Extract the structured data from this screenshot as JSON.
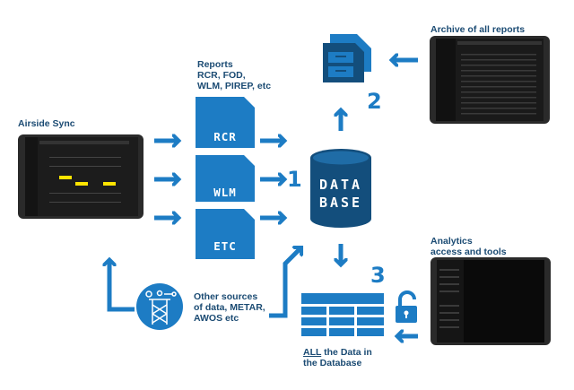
{
  "labels": {
    "airside_sync": "Airside Sync",
    "reports": [
      "Reports",
      "RCR, FOD,",
      "WLM, PIREP, etc"
    ],
    "archive": "Archive of all reports",
    "analytics": [
      "Analytics",
      "access and tools"
    ],
    "other_sources": [
      "Other sources",
      "of data, METAR,",
      "AWOS etc"
    ],
    "all_data_underlined": "ALL",
    "all_data_rest": " the Data in",
    "all_data_line2": "the Database"
  },
  "documents": [
    "RCR",
    "WLM",
    "ETC"
  ],
  "database": [
    "DATA",
    "BASE"
  ],
  "step_numbers": [
    "1",
    "2",
    "3"
  ],
  "colors": {
    "primary_blue": "#1d7cc4",
    "dark_blue": "#134e7c",
    "text_navy": "#1b4b73",
    "tablet_frame": "#2a2a2a",
    "highlight_yellow": "#ffe400"
  },
  "icons": {
    "archive": "file-cabinet-icon",
    "lock": "lock-icon",
    "sources": "weather-tower-icon",
    "table": "data-table-icon"
  }
}
